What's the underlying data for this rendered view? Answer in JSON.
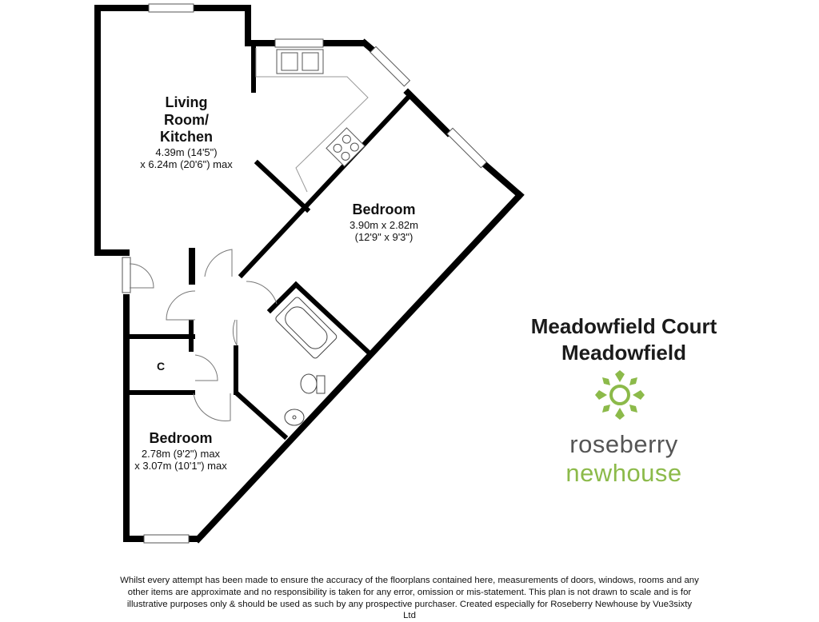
{
  "rooms": {
    "living": {
      "name_line1": "Living",
      "name_line2": "Room/",
      "name_line3": "Kitchen",
      "dim_line1": "4.39m (14'5\")",
      "dim_line2": "x 6.24m (20'6\") max"
    },
    "bedroom_main": {
      "name": "Bedroom",
      "dim_line1": "3.90m x 2.82m",
      "dim_line2": "(12'9\" x 9'3\")"
    },
    "bedroom_second": {
      "name": "Bedroom",
      "dim_line1": "2.78m (9'2\") max",
      "dim_line2": "x 3.07m (10'1\") max"
    },
    "closet": {
      "name": "C"
    }
  },
  "property": {
    "line1": "Meadowfield Court",
    "line2": "Meadowfield"
  },
  "brand": {
    "word1": "roseberry",
    "word2": "newhouse",
    "primary_color": "#8cba4a",
    "secondary_color": "#555555"
  },
  "disclaimer": {
    "line1": "Whilst every attempt has been made to ensure the accuracy of the floorplans contained here, measurements of doors, windows, rooms and any",
    "line2": "other items are approximate and no responsibility is taken for any error, omission or mis-statement. This plan is not drawn to scale and is for",
    "line3": "illustrative purposes only & should be used as such by any prospective purchaser. Created especially for Roseberry Newhouse by Vue3sixty Ltd"
  },
  "icons": [
    "window-icon",
    "door-swing-icon",
    "sink-icon",
    "hob-icon",
    "bath-icon",
    "toilet-icon",
    "basin-icon",
    "logo-icon"
  ]
}
